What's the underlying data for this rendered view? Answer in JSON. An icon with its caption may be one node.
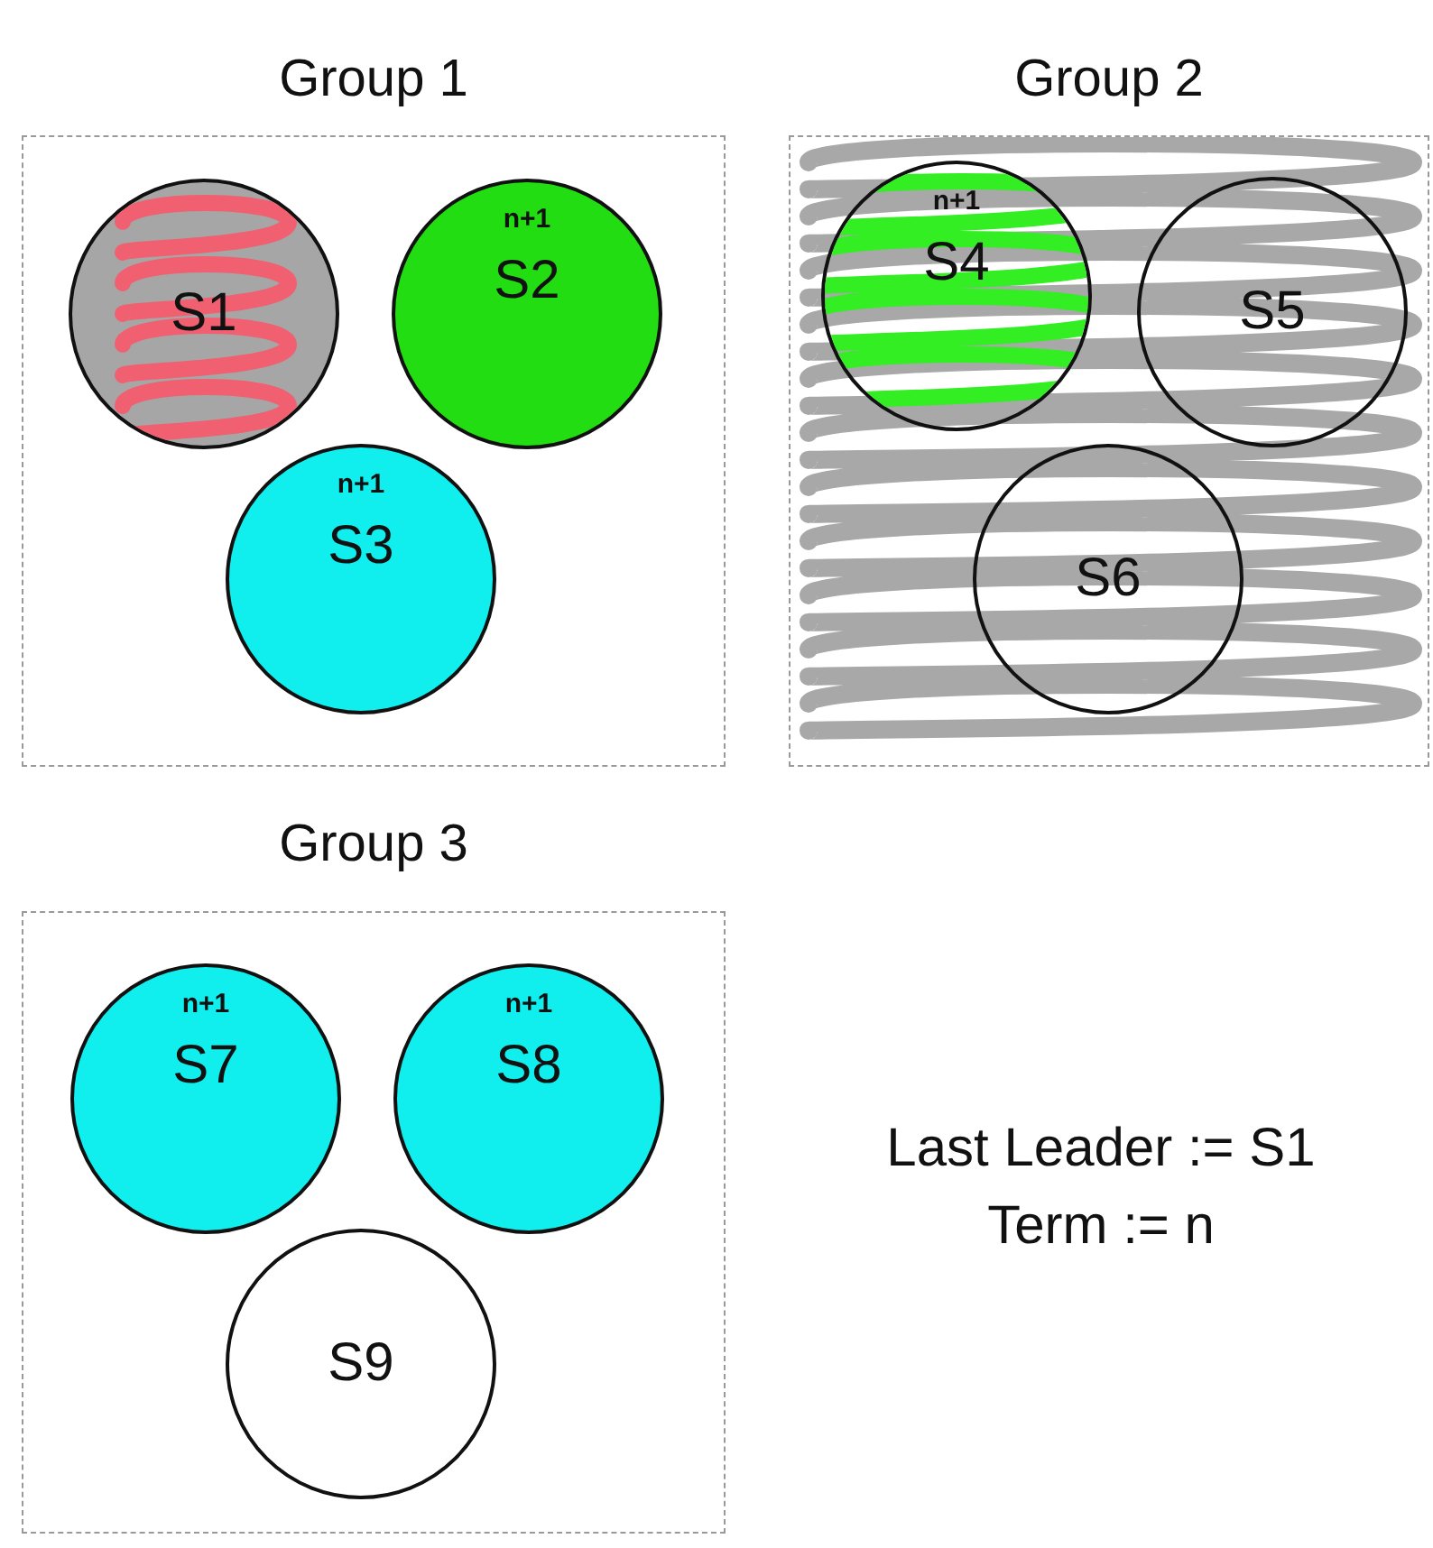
{
  "diagram": {
    "nodes": [
      {
        "text": [
          "Group 1"
        ]
      },
      {
        "text": [
          "S1"
        ],
        "in": 0
      },
      {
        "text": [
          "n+1",
          "S2"
        ],
        "in": 0
      },
      {
        "text": [
          "n+1",
          "S3"
        ],
        "in": 0
      },
      {
        "text": [
          "Group 2"
        ]
      },
      {
        "text": [
          "n+1",
          "S4"
        ],
        "in": 4
      },
      {
        "text": [
          "S5"
        ],
        "in": 4
      },
      {
        "text": [
          "S6"
        ],
        "in": 4
      },
      {
        "text": [
          "Group 3"
        ]
      },
      {
        "text": [
          "n+1",
          "S7"
        ],
        "in": 8
      },
      {
        "text": [
          "n+1",
          "S8"
        ],
        "in": 8
      },
      {
        "text": [
          "S9"
        ],
        "in": 8
      }
    ],
    "edges": [],
    "labels": [
      "Last Leader := S1",
      "Term := n"
    ]
  }
}
